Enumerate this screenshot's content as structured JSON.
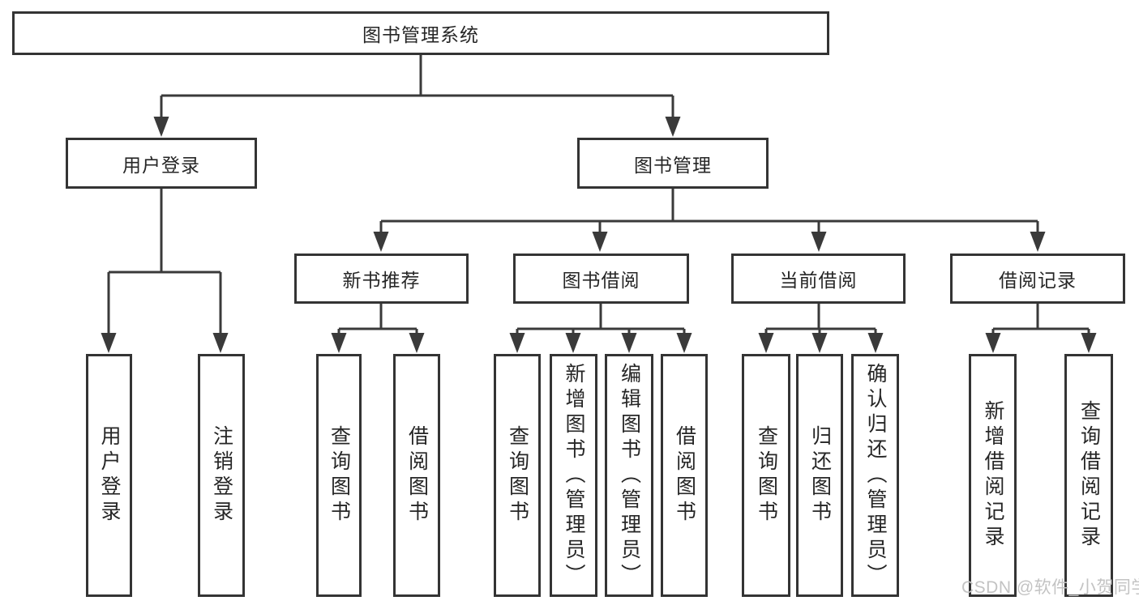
{
  "root": {
    "label": "图书管理系统"
  },
  "branches": {
    "user_login": {
      "label": "用户登录",
      "children": [
        {
          "label": "用户登录"
        },
        {
          "label": "注销登录"
        }
      ]
    },
    "book_management": {
      "label": "图书管理",
      "sections": [
        {
          "label": "新书推荐",
          "children": [
            {
              "label": "查询图书"
            },
            {
              "label": "借阅图书"
            }
          ]
        },
        {
          "label": "图书借阅",
          "children": [
            {
              "label": "查询图书"
            },
            {
              "label": "新增图书（管理员）"
            },
            {
              "label": "编辑图书（管理员）"
            },
            {
              "label": "借阅图书"
            }
          ]
        },
        {
          "label": "当前借阅",
          "children": [
            {
              "label": "查询图书"
            },
            {
              "label": "归还图书"
            },
            {
              "label": "确认归还（管理员）"
            }
          ]
        },
        {
          "label": "借阅记录",
          "children": [
            {
              "label": "新增借阅记录"
            },
            {
              "label": "查询借阅记录"
            }
          ]
        }
      ]
    }
  },
  "watermark": {
    "text": "CSDN @软件_小贺同学"
  },
  "colors": {
    "line": "#3a3a3a",
    "box_border": "#343434",
    "text": "#262626",
    "watermark": "#c3c3c3",
    "background": "#ffffff"
  }
}
